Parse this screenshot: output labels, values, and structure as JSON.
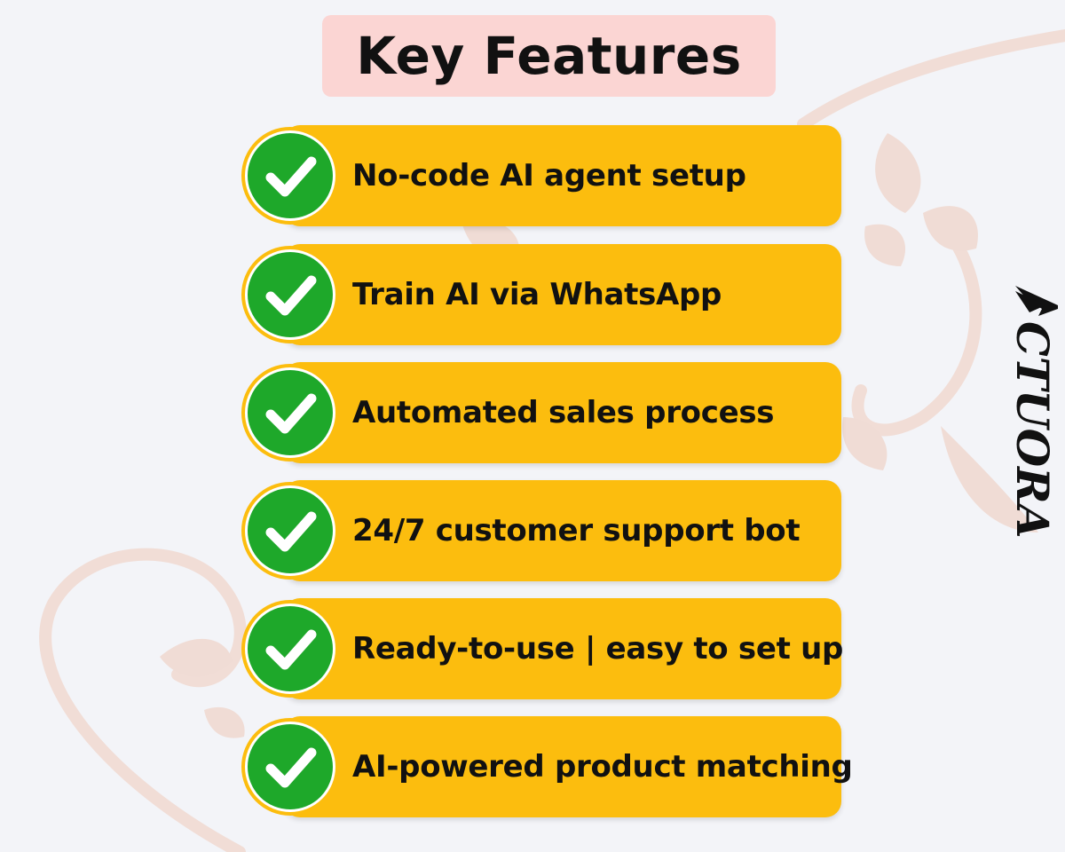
{
  "title": "Key Features",
  "features": [
    {
      "label": "No-code AI agent setup",
      "icon": "check-icon"
    },
    {
      "label": "Train AI via WhatsApp",
      "icon": "check-icon"
    },
    {
      "label": "Automated sales process",
      "icon": "check-icon"
    },
    {
      "label": "24/7 customer support bot",
      "icon": "check-icon"
    },
    {
      "label": "Ready-to-use | easy to set up",
      "icon": "check-icon"
    },
    {
      "label": "AI-powered product matching",
      "icon": "check-icon"
    }
  ],
  "brand": {
    "logo_text": "ACTUORA"
  },
  "colors": {
    "background": "#f3f4f8",
    "title_bg": "#fbd5d3",
    "bar": "#fcbd0e",
    "check": "#1ea82a",
    "text": "#111111",
    "decoration": "#f0d9d2"
  }
}
